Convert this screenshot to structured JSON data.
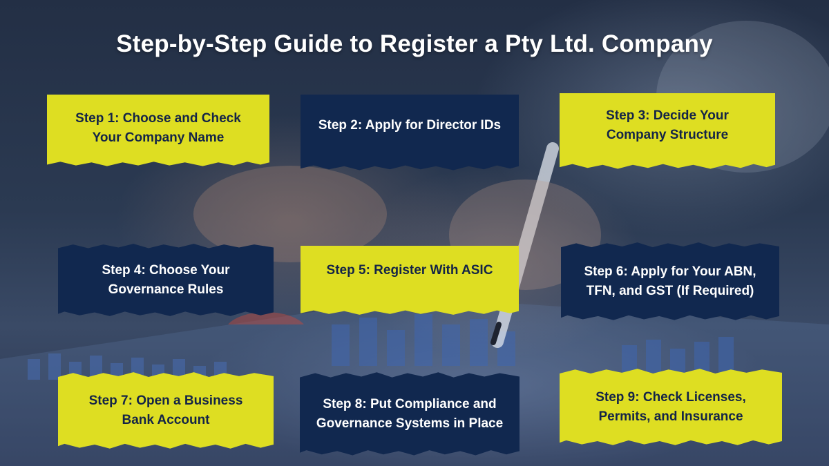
{
  "title": "Step-by-Step Guide to Register a Pty Ltd. Company",
  "colors": {
    "yellow_card": "#dede22",
    "navy_card": "#11284f",
    "title_text": "#ffffff",
    "background_overlay": "#1c2536"
  },
  "steps": [
    {
      "label": "Step 1: Choose and Check Your Company Name",
      "color": "yellow"
    },
    {
      "label": "Step 2: Apply for Director IDs",
      "color": "navy"
    },
    {
      "label": "Step 3: Decide Your Company Structure",
      "color": "yellow"
    },
    {
      "label": "Step 4: Choose Your Governance Rules",
      "color": "navy"
    },
    {
      "label": "Step 5: Register With ASIC",
      "color": "yellow"
    },
    {
      "label": "Step 6: Apply for Your ABN, TFN, and GST (If Required)",
      "color": "navy"
    },
    {
      "label": "Step 7: Open a Business Bank Account",
      "color": "yellow"
    },
    {
      "label": "Step 8: Put Compliance and Governance Systems in Place",
      "color": "navy"
    },
    {
      "label": "Step 9: Check Licenses, Permits, and Insurance",
      "color": "yellow"
    }
  ]
}
